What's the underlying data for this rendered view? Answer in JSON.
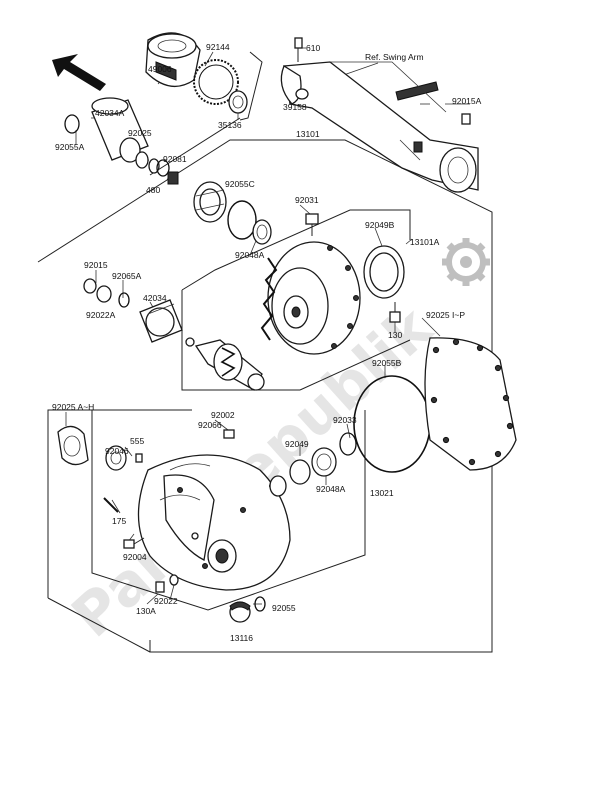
{
  "labels": {
    "p92144": "92144",
    "p49006": "49006",
    "p610": "610",
    "ref_swing_arm": "Ref. Swing Arm",
    "p39158": "39158",
    "p35136": "35136",
    "p92015a": "92015A",
    "p42034a": "42034A",
    "p92025": "92025",
    "p92055a": "92055A",
    "p92081": "92081",
    "p13101": "13101",
    "p480": "480",
    "p92055c": "92055C",
    "p92031": "92031",
    "p92049b": "92049B",
    "p13101a": "13101A",
    "p92048a_top": "92048A",
    "p92015": "92015",
    "p92065a": "92065A",
    "p42034": "42034",
    "p92022a": "92022A",
    "p130_top": "130",
    "p92025_ip": "92025 I~P",
    "p92055b": "92055B",
    "p92025_ah": "92025 A~H",
    "p92002": "92002",
    "p92066": "92066",
    "p555": "555",
    "p92046": "92046",
    "p92033": "92033",
    "p92049": "92049",
    "p92048a": "92048A",
    "p13021": "13021",
    "p175": "175",
    "p92004": "92004",
    "p130a": "130A",
    "p92022": "92022",
    "p92055": "92055",
    "p13116": "13116"
  },
  "watermark": "PartsRepublik",
  "icons": {
    "direction": "front-direction-arrow-icon",
    "gear": "gear-watermark-icon"
  },
  "colors": {
    "ink": "#1a1a1a",
    "background": "#ffffff",
    "watermark": "#d0d0d0"
  }
}
